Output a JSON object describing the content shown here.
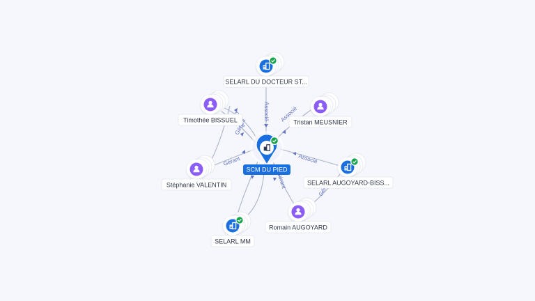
{
  "center": {
    "label": "SCM DU PIED",
    "verified": true,
    "icon": "building-icon"
  },
  "nodes": [
    {
      "key": "selarl-docteur",
      "label": "SELARL DU DOCTEUR ST...",
      "kind": "company",
      "verified": true,
      "icon": "building-icon"
    },
    {
      "key": "timothee",
      "label": "Timothée BISSUEL",
      "kind": "person",
      "verified": false,
      "icon": "person-icon"
    },
    {
      "key": "tristan",
      "label": "Tristan MEUSNIER",
      "kind": "person",
      "verified": false,
      "icon": "person-icon"
    },
    {
      "key": "selarl-augoyard",
      "label": "SELARL AUGOYARD-BISS...",
      "kind": "company",
      "verified": true,
      "icon": "building-icon"
    },
    {
      "key": "stephanie",
      "label": "Stéphanie VALENTIN",
      "kind": "person",
      "verified": false,
      "icon": "person-icon"
    },
    {
      "key": "romain",
      "label": "Romain AUGOYARD",
      "kind": "person",
      "verified": false,
      "icon": "person-icon"
    },
    {
      "key": "selarl-mm",
      "label": "SELARL MM",
      "kind": "company",
      "verified": true,
      "icon": "building-icon"
    }
  ],
  "edges": [
    {
      "key": "e1",
      "label": "Associé"
    },
    {
      "key": "e2",
      "label": "Gérant"
    },
    {
      "key": "e3",
      "label": "Gérant"
    },
    {
      "key": "e4",
      "label": "Associé"
    },
    {
      "key": "e5",
      "label": "Gérant"
    },
    {
      "key": "e6",
      "label": "Associé"
    },
    {
      "key": "e7",
      "label": "Gérant"
    },
    {
      "key": "e8",
      "label": "Gérant"
    }
  ],
  "colors": {
    "background": "#f5f7fc",
    "company": "#1a6fe0",
    "person": "#8b5cf6",
    "verified": "#16a34a",
    "edge": "#aab3c8",
    "edge_label": "#6673c2"
  }
}
